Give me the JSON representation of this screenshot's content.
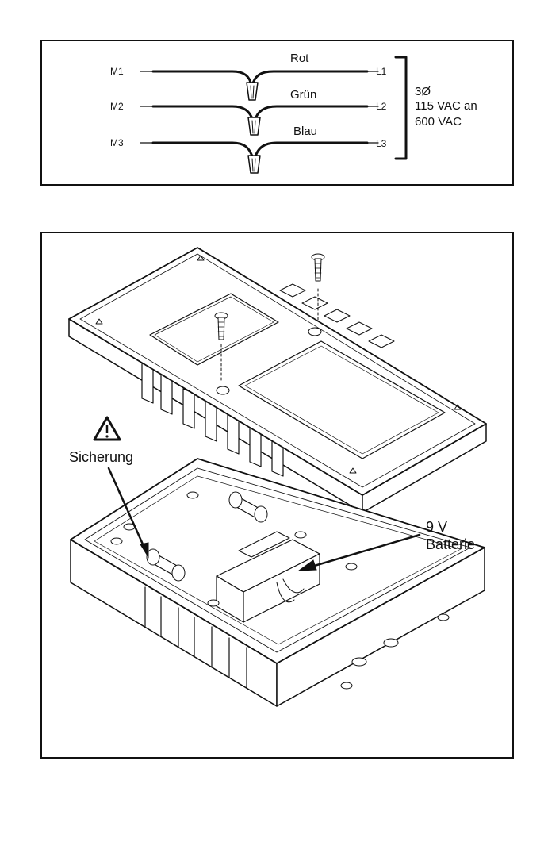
{
  "wiring": {
    "motor_labels": [
      "M1",
      "M2",
      "M3"
    ],
    "line_labels": [
      "L1",
      "L2",
      "L3"
    ],
    "wire_colors": [
      "Rot",
      "Grün",
      "Blau"
    ],
    "phase": "3Ø",
    "voltage_line1": "115 VAC an",
    "voltage_line2": "600 VAC"
  },
  "assembly": {
    "warning_icon": "warning-triangle-icon",
    "fuse_label": "Sicherung",
    "battery_line1": "9 V",
    "battery_line2": "Batterie"
  }
}
